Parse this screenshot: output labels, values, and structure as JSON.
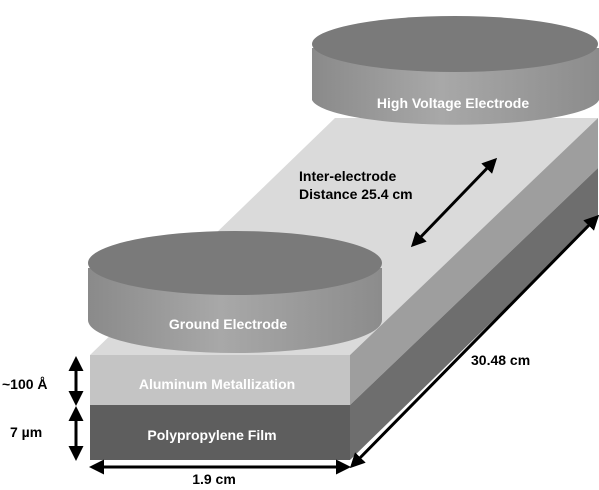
{
  "labels": {
    "high_voltage_electrode": "High Voltage Electrode",
    "ground_electrode": "Ground Electrode",
    "inter_electrode_line1": "Inter-electrode",
    "inter_electrode_line2": "Distance 25.4 cm",
    "aluminum_metallization": "Aluminum Metallization",
    "polypropylene_film": "Polypropylene Film",
    "thickness_aluminum": "~100 Å",
    "thickness_film": "7 µm",
    "width": "1.9 cm",
    "length": "30.48 cm"
  },
  "colors": {
    "film_front": "#5e5e5e",
    "film_side": "#6e6e6e",
    "aluminum_front": "#c4c4c4",
    "aluminum_side": "#9e9e9e",
    "top_surface": "#dadada",
    "electrode_top": "#7a7a7a",
    "electrode_side": "#9a9a9a",
    "arrow": "#000000"
  }
}
